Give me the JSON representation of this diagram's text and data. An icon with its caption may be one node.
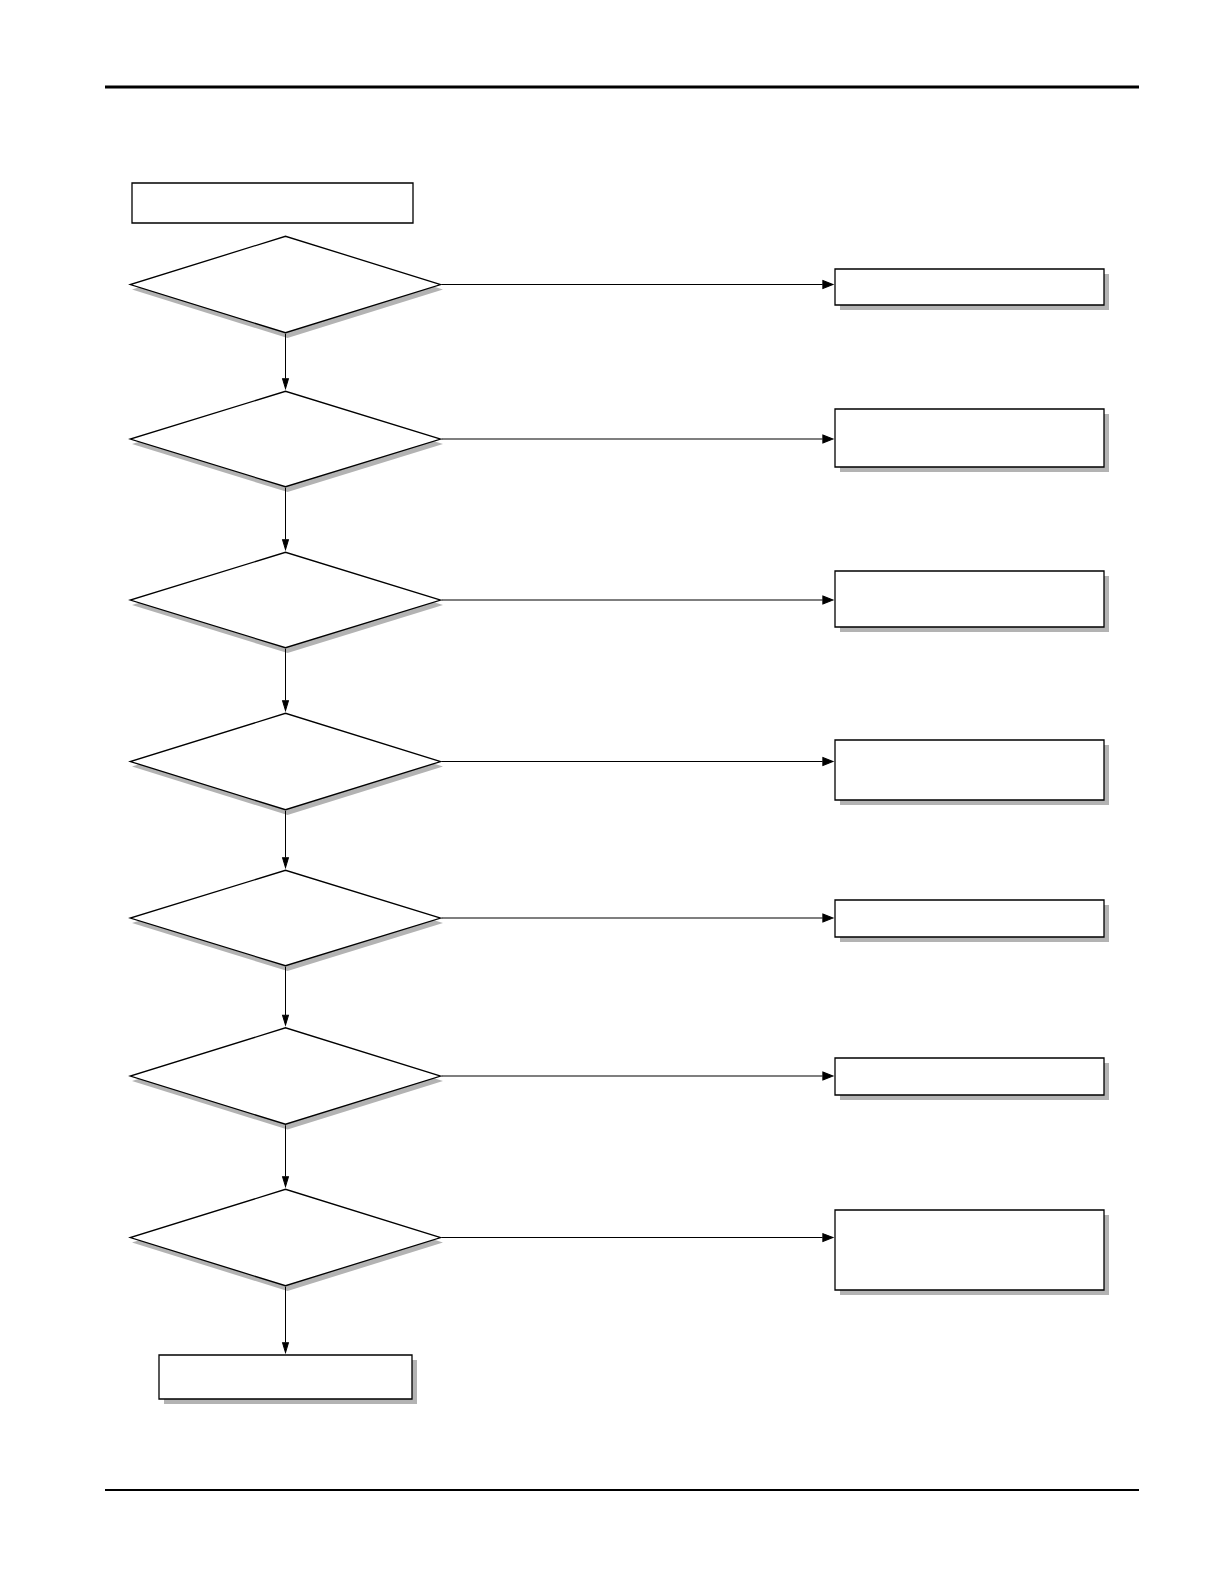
{
  "diagram": {
    "nodes": [
      {
        "text": [],
        "shape": "box"
      },
      {
        "text": [],
        "shape": "diamond"
      },
      {
        "text": [],
        "shape": "box"
      },
      {
        "text": [],
        "shape": "diamond"
      },
      {
        "text": [],
        "shape": "box"
      },
      {
        "text": [],
        "shape": "diamond"
      },
      {
        "text": [],
        "shape": "box"
      },
      {
        "text": [],
        "shape": "diamond"
      },
      {
        "text": [],
        "shape": "box"
      },
      {
        "text": [],
        "shape": "diamond"
      },
      {
        "text": [],
        "shape": "box"
      },
      {
        "text": [],
        "shape": "diamond"
      },
      {
        "text": [],
        "shape": "box"
      },
      {
        "text": [],
        "shape": "diamond"
      },
      {
        "text": [],
        "shape": "box"
      },
      {
        "text": [],
        "shape": "box"
      }
    ],
    "edges": [
      {
        "from": 1,
        "to": 2,
        "arrow": "to"
      },
      {
        "from": 1,
        "to": 3,
        "arrow": "to"
      },
      {
        "from": 3,
        "to": 4,
        "arrow": "to"
      },
      {
        "from": 3,
        "to": 5,
        "arrow": "to"
      },
      {
        "from": 5,
        "to": 6,
        "arrow": "to"
      },
      {
        "from": 5,
        "to": 7,
        "arrow": "to"
      },
      {
        "from": 7,
        "to": 8,
        "arrow": "to"
      },
      {
        "from": 7,
        "to": 9,
        "arrow": "to"
      },
      {
        "from": 9,
        "to": 10,
        "arrow": "to"
      },
      {
        "from": 9,
        "to": 11,
        "arrow": "to"
      },
      {
        "from": 11,
        "to": 12,
        "arrow": "to"
      },
      {
        "from": 11,
        "to": 13,
        "arrow": "to"
      },
      {
        "from": 13,
        "to": 14,
        "arrow": "to"
      },
      {
        "from": 13,
        "to": 15,
        "arrow": "to"
      }
    ]
  }
}
